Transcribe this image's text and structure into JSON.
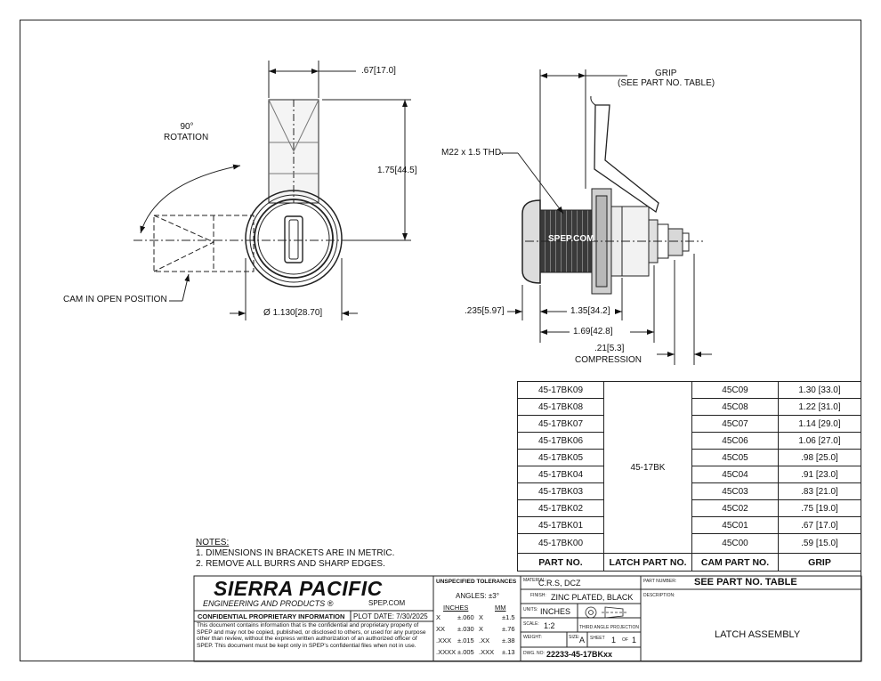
{
  "dimensions": {
    "top_width": ".67",
    "top_width_mm": "17.0",
    "height": "1.75",
    "height_mm": "44.5",
    "diameter": "1.130",
    "diameter_mm": "28.70",
    "flange": ".235",
    "flange_mm": "5.97",
    "length1": "1.35",
    "length1_mm": "34.2",
    "length2": "1.69",
    "length2_mm": "42.8",
    "compression": ".21",
    "compression_mm": "5.3",
    "compression_label": "COMPRESSION",
    "grip_label": "GRIP",
    "grip_sub": "(SEE PART NO. TABLE)",
    "thread": "M22 x 1.5 THD.",
    "rotation_deg": "90°",
    "rotation_label": "ROTATION",
    "cam_open": "CAM IN OPEN POSITION",
    "brand_mark": "SPEP.COM",
    "diameter_symbol": "Ø"
  },
  "part_table": {
    "headers": [
      "PART NO.",
      "LATCH PART NO.",
      "CAM PART NO.",
      "GRIP"
    ],
    "latch_part_no": "45-17BK",
    "rows": [
      {
        "part": "45-17BK09",
        "cam": "45C09",
        "grip": "1.30 [33.0]"
      },
      {
        "part": "45-17BK08",
        "cam": "45C08",
        "grip": "1.22 [31.0]"
      },
      {
        "part": "45-17BK07",
        "cam": "45C07",
        "grip": "1.14 [29.0]"
      },
      {
        "part": "45-17BK06",
        "cam": "45C06",
        "grip": "1.06 [27.0]"
      },
      {
        "part": "45-17BK05",
        "cam": "45C05",
        "grip": ".98 [25.0]"
      },
      {
        "part": "45-17BK04",
        "cam": "45C04",
        "grip": ".91 [23.0]"
      },
      {
        "part": "45-17BK03",
        "cam": "45C03",
        "grip": ".83 [21.0]"
      },
      {
        "part": "45-17BK02",
        "cam": "45C02",
        "grip": ".75 [19.0]"
      },
      {
        "part": "45-17BK01",
        "cam": "45C01",
        "grip": ".67 [17.0]"
      },
      {
        "part": "45-17BK00",
        "cam": "45C00",
        "grip": ".59 [15.0]"
      }
    ]
  },
  "notes": {
    "heading": "NOTES:",
    "items": [
      "1.   DIMENSIONS IN BRACKETS ARE IN METRIC.",
      "2.   REMOVE ALL BURRS AND SHARP EDGES."
    ]
  },
  "title_block": {
    "company": "SIERRA PACIFIC",
    "tagline": "ENGINEERING AND PRODUCTS",
    "registered": "®",
    "website": "SPEP.COM",
    "confidential": "CONFIDENTIAL PROPRIETARY INFORMATION",
    "plot_date": "PLOT DATE:  7/30/2025",
    "disclaimer": "This document contains information that is the confidential and proprietary property of SPEP and may not be copied, published, or disclosed to others, or used for any purpose  other than review, without the express written authorization of an authorized officer of SPEP. This document must be kept only in SPEP's confidential files when not in use.",
    "tolerances_title": "UNSPECIFIED TOLERANCES",
    "angles": "ANGLES: ±3°",
    "inches_head": "INCHES",
    "mm_head": "MM",
    "tolerances": [
      {
        "in_place": "X",
        "in_tol": "±.060",
        "mm_place": "X",
        "mm_tol": "±1.5"
      },
      {
        "in_place": "XX",
        "in_tol": "±.030",
        "mm_place": "X",
        "mm_tol": "±.76"
      },
      {
        "in_place": ".XXX",
        "in_tol": "±.015",
        "mm_place": ".XX",
        "mm_tol": "±.38"
      },
      {
        "in_place": ".XXXX",
        "in_tol": "±.005",
        "mm_place": ".XXX",
        "mm_tol": "±.13"
      }
    ],
    "material_label": "MATERIAL:",
    "material": "C.R.S, DCZ",
    "finish_label": "FINISH:",
    "finish": "ZINC PLATED, BLACK",
    "units_label": "UNITS:",
    "units": "INCHES",
    "scale_label": "SCALE:",
    "scale": "1:2",
    "projection": "THIRD ANGLE PROJECTION",
    "weight_label": "WEIGHT:",
    "size_label": "SIZE:",
    "size": "A",
    "sheet_label": "SHEET",
    "sheet": "1",
    "of_label": "OF",
    "sheet_total": "1",
    "dwg_label": "DWG. NO:",
    "dwg_no": "22233-45-17BKxx",
    "part_number_label": "PART NUMBER:",
    "part_number": "SEE PART NO. TABLE",
    "description_label": "DESCRIPTION:",
    "description": "LATCH ASSEMBLY"
  }
}
